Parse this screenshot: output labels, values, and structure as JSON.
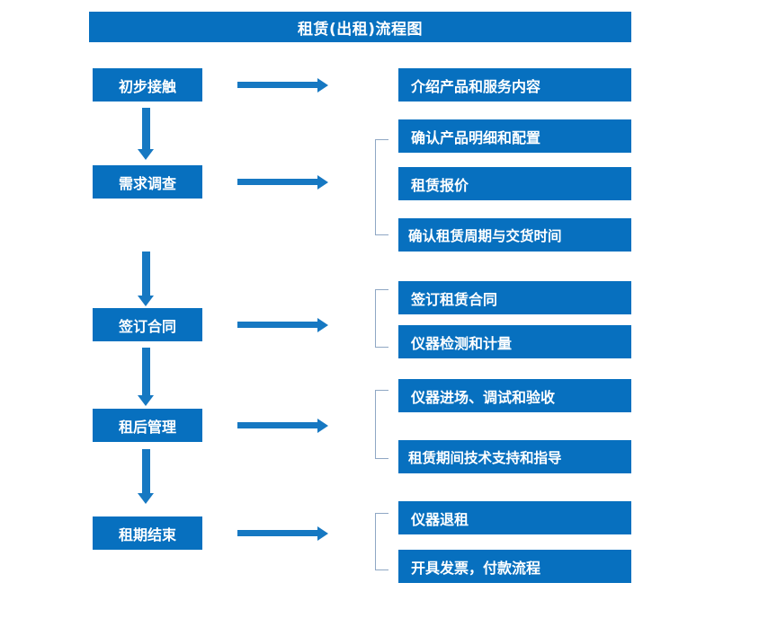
{
  "title": "租赁(出租)流程图",
  "colors": {
    "box_fill": "#0770BF",
    "box_text": "#FFFFFF",
    "arrow": "#1678C2",
    "bracket": "#8FA7C4",
    "background": "#FFFFFF"
  },
  "stages": [
    {
      "label": "初步接触"
    },
    {
      "label": "需求调查"
    },
    {
      "label": "签订合同"
    },
    {
      "label": "租后管理"
    },
    {
      "label": "租期结束"
    }
  ],
  "details": [
    {
      "label": "介绍产品和服务内容"
    },
    {
      "label": "确认产品明细和配置"
    },
    {
      "label": "租赁报价"
    },
    {
      "label": "确认租赁周期与交货时间"
    },
    {
      "label": "签订租赁合同"
    },
    {
      "label": "仪器检测和计量"
    },
    {
      "label": "仪器进场、调试和验收"
    },
    {
      "label": "租赁期间技术支持和指导"
    },
    {
      "label": "仪器退租"
    },
    {
      "label": "开具发票，付款流程"
    }
  ]
}
